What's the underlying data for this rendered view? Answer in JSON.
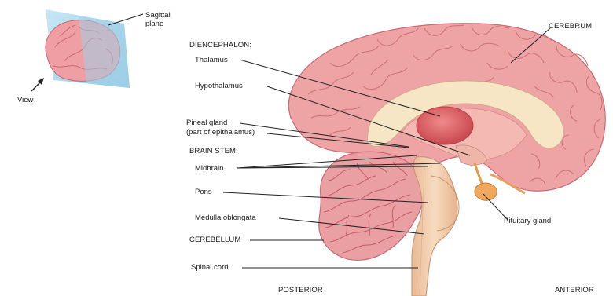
{
  "inset": {
    "plane_label": "Sagittal plane",
    "view_label": "View"
  },
  "labels": {
    "diencephalon": "DIENCEPHALON:",
    "thalamus": "Thalamus",
    "hypothalamus": "Hypothalamus",
    "pineal_gland": "Pineal gland",
    "pineal_gland_note": "(part of epithalamus)",
    "brain_stem": "BRAIN STEM:",
    "midbrain": "Midbrain",
    "pons": "Pons",
    "medulla_oblongata": "Medulla oblongata",
    "cerebellum": "CEREBELLUM",
    "spinal_cord": "Spinal cord",
    "cerebrum": "CEREBRUM",
    "pituitary_gland": "Pituitary gland",
    "posterior": "POSTERIOR",
    "anterior": "ANTERIOR"
  },
  "colors": {
    "cortex": "#eea3a5",
    "cortex_shadow": "#d9787e",
    "white_matter": "#f6e6c6",
    "thalamus": "#de5a5f",
    "brainstem": "#f3cfae",
    "cerebellum": "#ea9fa3",
    "plane": "#9fd0e8",
    "leader": "#222222"
  }
}
